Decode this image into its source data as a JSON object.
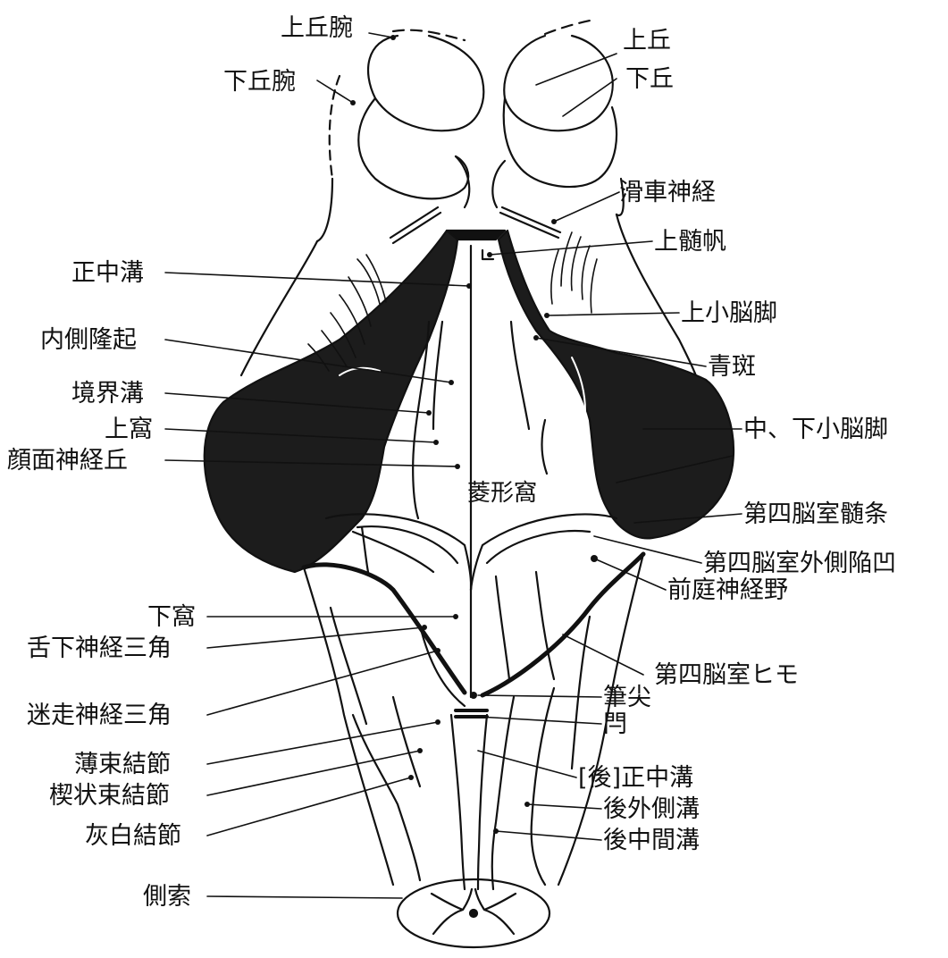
{
  "figure": {
    "style": {
      "ink": "#111111",
      "fill": "#1c1c1c",
      "background": "#ffffff"
    },
    "labels": {
      "superior_brachium": "上丘腕",
      "superior_colliculus": "上丘",
      "inferior_brachium": "下丘腕",
      "inferior_colliculus": "下丘",
      "trochlear_nerve": "滑車神経",
      "superior_medullary_velum": "上髄帆",
      "median_sulcus": "正中溝",
      "superior_cerebellar_peduncle": "上小脳脚",
      "medial_eminence": "内側隆起",
      "locus_coeruleus": "青斑",
      "sulcus_limitans": "境界溝",
      "superior_fovea": "上窩",
      "middle_inferior_peduncle": "中、下小脳脚",
      "facial_colliculus": "顔面神経丘",
      "rhomboid_fossa": "菱形窩",
      "medullary_striae": "第四脳室髄条",
      "lateral_recess": "第四脳室外側陥凹",
      "vestibular_area": "前庭神経野",
      "inferior_fovea": "下窩",
      "hypoglossal_trigone": "舌下神経三角",
      "taenia": "第四脳室ヒモ",
      "vagal_trigone": "迷走神経三角",
      "calamus": "筆尖",
      "obex": "閂",
      "gracile_tubercle": "薄束結節",
      "posterior_median_sulcus": "[後]正中溝",
      "cuneate_tubercle": "楔状束結節",
      "posterolateral_sulcus": "後外側溝",
      "tuber_cinereum": "灰白結節",
      "posterior_intermediate_sulcus": "後中間溝",
      "lateral_funiculus": "側索"
    }
  }
}
